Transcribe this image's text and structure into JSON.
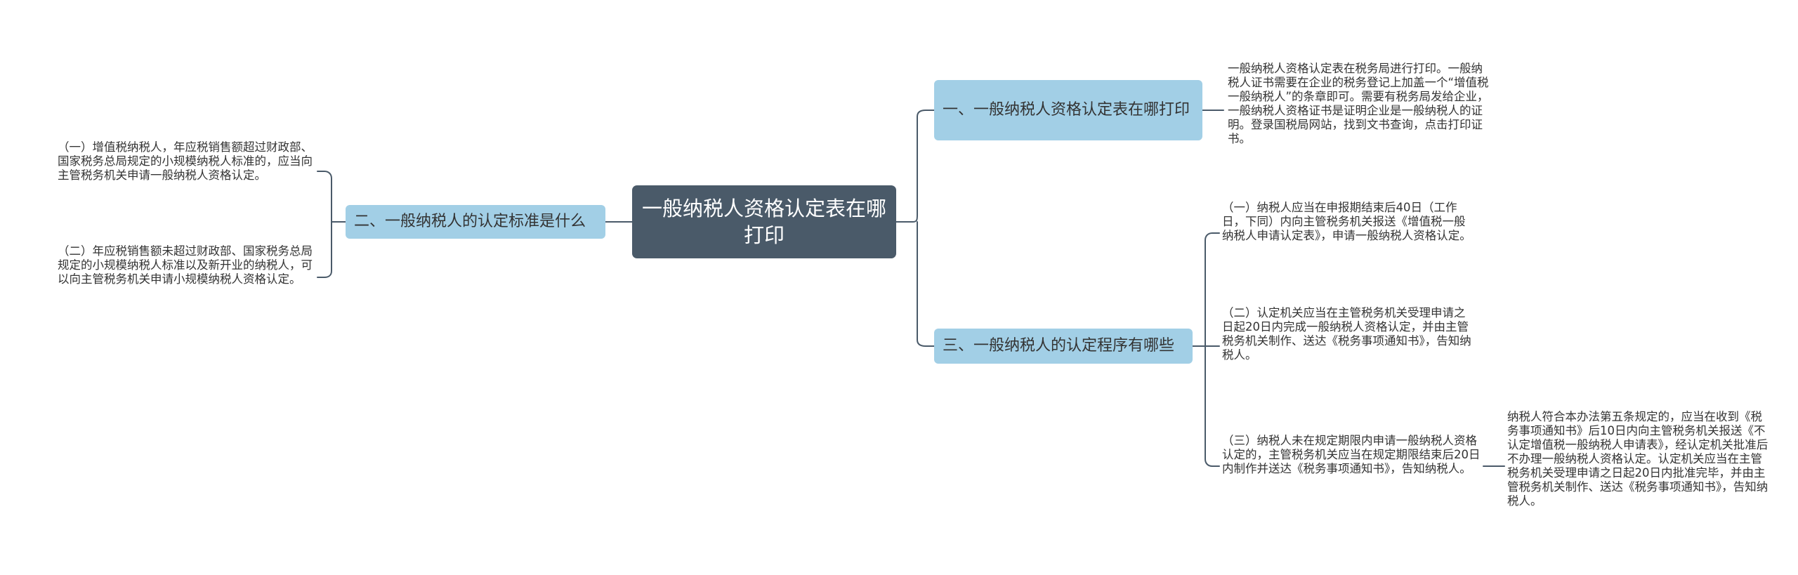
{
  "root": {
    "label": "一般纳税人资格认定表在哪打印"
  },
  "branches": [
    {
      "label": "一、一般纳税人资格认定表在哪打印",
      "children": [
        {
          "text": "一般纳税人资格认定表在税务局进行打印。一般纳税人证书需要在企业的税务登记上加盖一个“增值税一般纳税人”的条章即可。需要有税务局发给企业，一般纳税人资格证书是证明企业是一般纳税人的证明。登录国税局网站，找到文书查询，点击打印证书。"
        }
      ]
    },
    {
      "label": "二、一般纳税人的认定标准是什么",
      "children": [
        {
          "text": "（一）增值税纳税人，年应税销售额超过财政部、国家税务总局规定的小规模纳税人标准的，应当向主管税务机关申请一般纳税人资格认定。"
        },
        {
          "text": "（二）年应税销售额未超过财政部、国家税务总局规定的小规模纳税人标准以及新开业的纳税人，可以向主管税务机关申请小规模纳税人资格认定。"
        }
      ]
    },
    {
      "label": "三、一般纳税人的认定程序有哪些",
      "children": [
        {
          "text": "（一）纳税人应当在申报期结束后40日（工作日，下同）内向主管税务机关报送《增值税一般纳税人申请认定表》，申请一般纳税人资格认定。"
        },
        {
          "text": "（二）认定机关应当在主管税务机关受理申请之日起20日内完成一般纳税人资格认定，并由主管税务机关制作、送达《税务事项通知书》，告知纳税人。"
        },
        {
          "text": "（三）纳税人未在规定期限内申请一般纳税人资格认定的，主管税务机关应当在规定期限结束后20日内制作并送达《税务事项通知书》，告知纳税人。",
          "children": [
            {
              "text": "纳税人符合本办法第五条规定的，应当在收到《税务事项通知书》后10日内向主管税务机关报送《不认定增值税一般纳税人申请表》，经认定机关批准后不办理一般纳税人资格认定。认定机关应当在主管税务机关受理申请之日起20日内批准完毕，并由主管税务机关制作、送达《税务事项通知书》，告知纳税人。"
            }
          ]
        }
      ]
    }
  ],
  "colors": {
    "root_fill": "#4a5a69",
    "branch_fill": "#a2cfe6",
    "edge": "#4a5a69",
    "text": "#333333"
  }
}
